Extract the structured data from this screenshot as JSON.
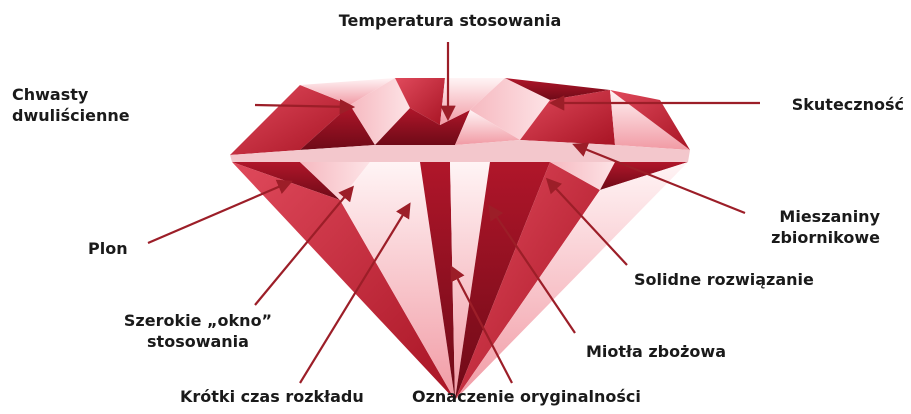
{
  "labels": {
    "temperatura": "Temperatura stosowania",
    "chwasty_1": "Chwasty",
    "chwasty_2": "dwuliścienne",
    "skutecznosc": "Skuteczność",
    "mieszaniny_1": "Mieszaniny",
    "mieszaniny_2": "zbiornikowe",
    "plon": "Plon",
    "solidne": "Solidne rozwiązanie",
    "szerokie_1": "Szerokie „okno”",
    "szerokie_2": "stosowania",
    "miotla": "Miotła zbożowa",
    "krotki": "Krótki czas rozkładu",
    "oznaczenie": "Oznaczenie oryginalności"
  },
  "colors": {
    "ruby_dark": "#8c0f1e",
    "ruby_mid": "#c8283c",
    "ruby_light": "#f08a96",
    "ruby_highlight": "#fde7ea",
    "arrow": "#9c1e28",
    "text": "#1a1a1a"
  }
}
